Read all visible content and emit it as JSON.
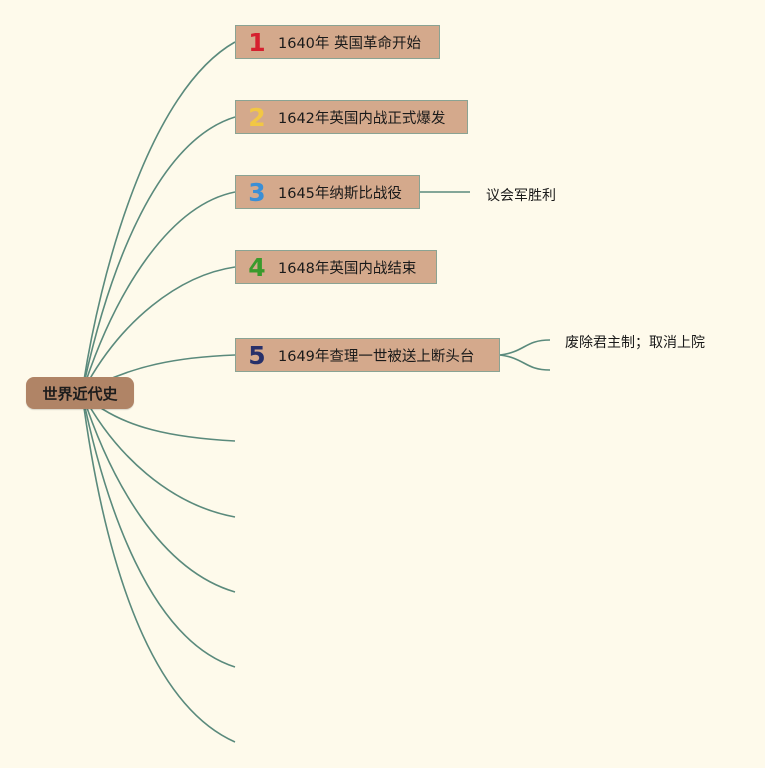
{
  "root": {
    "label": "世界近代史"
  },
  "branches": [
    {
      "num": "1",
      "num_color": "#d6202f",
      "label": "1640年 英国革命开始"
    },
    {
      "num": "2",
      "num_color": "#f2c744",
      "label": "1642年英国内战正式爆发"
    },
    {
      "num": "3",
      "num_color": "#3a8fd6",
      "label": "1645年纳斯比战役",
      "note": "议会军胜利"
    },
    {
      "num": "4",
      "num_color": "#3a9a2c",
      "label": "1648年英国内战结束"
    },
    {
      "num": "5",
      "num_color": "#27306a",
      "label": "1649年查理一世被送上断头台",
      "note": "废除君主制；取消上院"
    }
  ],
  "colors": {
    "background": "#fefaeb",
    "root_fill": "#b08466",
    "node_fill": "#d4a98c",
    "connector": "#5a8a7c"
  }
}
